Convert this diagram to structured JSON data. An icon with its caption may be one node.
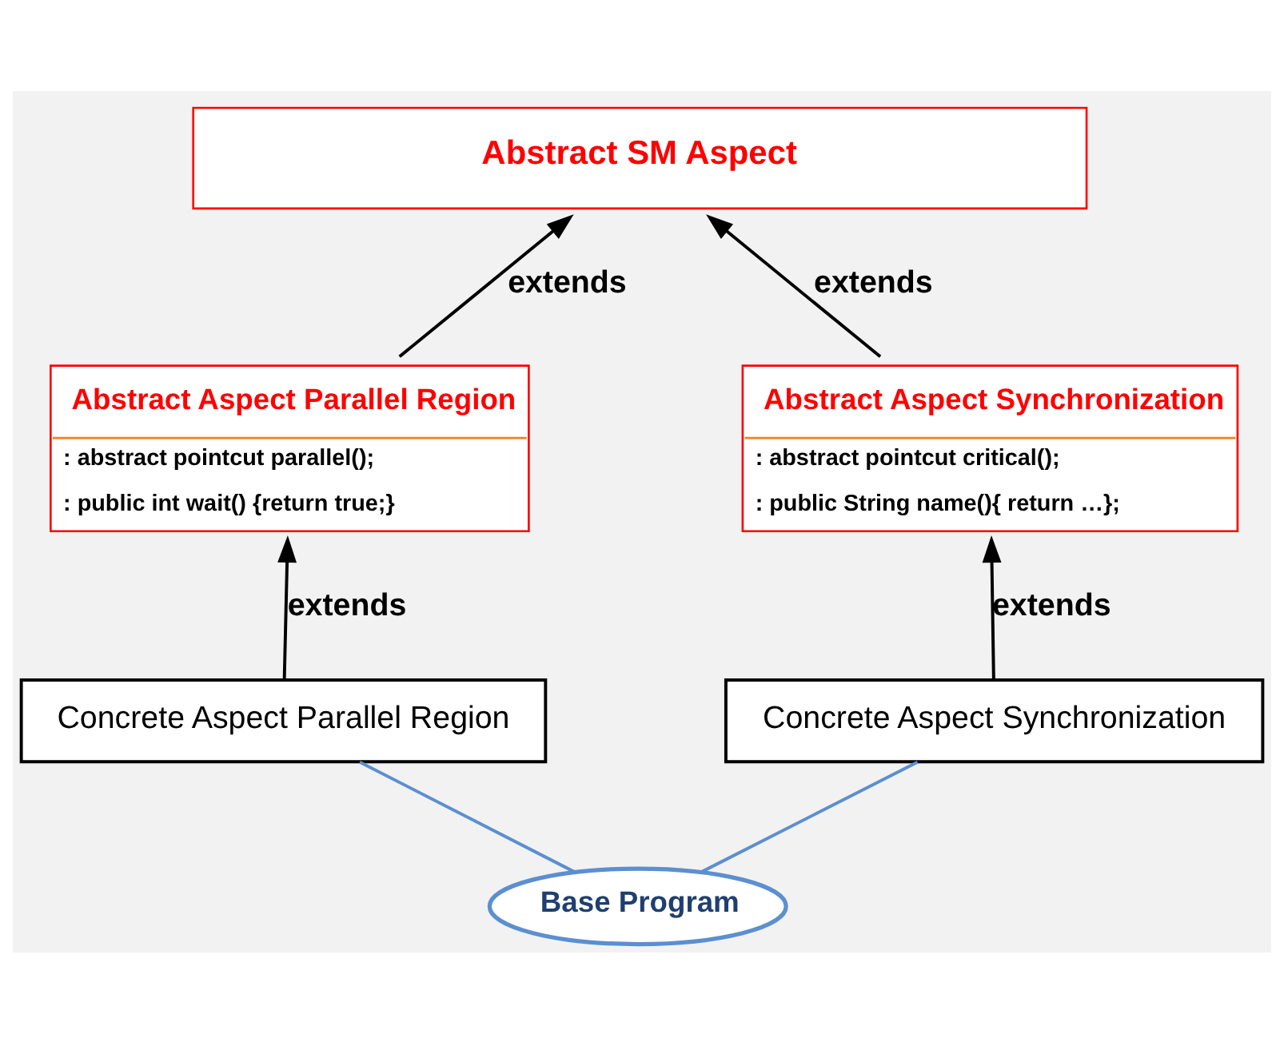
{
  "diagram": {
    "nodes": [
      {
        "text": [
          "Abstract SM Aspect"
        ]
      },
      {
        "text": [
          "Abstract Aspect Parallel Region",
          ": abstract pointcut parallel();",
          ": public int wait() {return true;}"
        ]
      },
      {
        "text": [
          "Abstract Aspect Synchronization",
          ": abstract pointcut critical();",
          ": public String name(){ return …};"
        ]
      },
      {
        "text": [
          "Concrete Aspect Parallel Region"
        ]
      },
      {
        "text": [
          "Concrete Aspect Synchronization"
        ]
      },
      {
        "text": [
          "Base Program"
        ]
      }
    ],
    "edges": [
      {
        "from": 1,
        "to": 0,
        "arrow": "to",
        "label": "extends"
      },
      {
        "from": 2,
        "to": 0,
        "arrow": "to",
        "label": "extends"
      },
      {
        "from": 3,
        "to": 1,
        "arrow": "to",
        "label": "extends"
      },
      {
        "from": 4,
        "to": 2,
        "arrow": "to",
        "label": "extends"
      },
      {
        "from": 5,
        "to": 3,
        "arrow": "none",
        "color": "#5b8fd0"
      },
      {
        "from": 5,
        "to": 4,
        "arrow": "none",
        "color": "#5b8fd0"
      }
    ]
  }
}
